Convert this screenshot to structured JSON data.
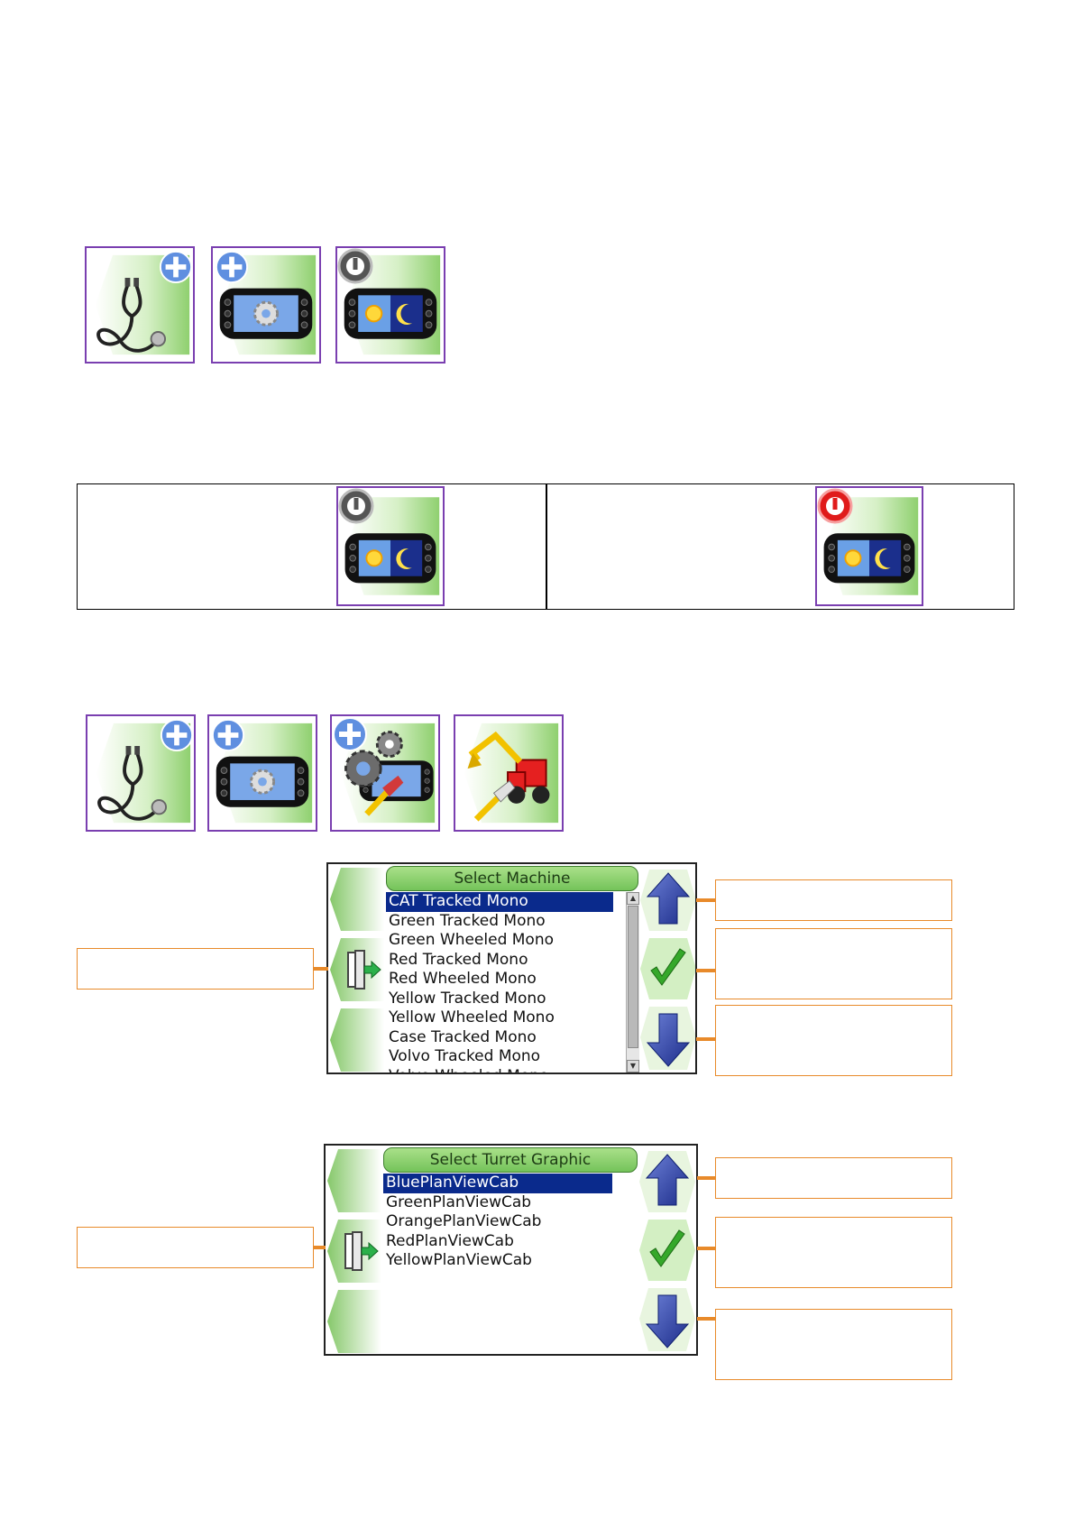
{
  "icons_row_1": [
    {
      "icon": "stethoscope-icon",
      "badge": "plus"
    },
    {
      "icon": "display-settings-icon",
      "badge": "plus"
    },
    {
      "icon": "day-night-icon",
      "badge": "power-grey"
    }
  ],
  "comparison_table": {
    "left": {
      "icon": "day-night-icon",
      "badge": "power-grey"
    },
    "right": {
      "icon": "day-night-icon",
      "badge": "power-red"
    }
  },
  "icons_row_2": [
    {
      "icon": "stethoscope-icon",
      "badge": "plus"
    },
    {
      "icon": "display-settings-icon",
      "badge": "plus"
    },
    {
      "icon": "paint-settings-icon",
      "badge": "plus"
    },
    {
      "icon": "machine-paint-icon",
      "badge": "none"
    }
  ],
  "select_machine": {
    "title": "Select Machine",
    "items": [
      "CAT Tracked Mono",
      "Green Tracked Mono",
      "Green Wheeled Mono",
      "Red Tracked Mono",
      "Red Wheeled Mono",
      "Yellow Tracked Mono",
      "Yellow Wheeled Mono",
      "Case Tracked Mono",
      "Volvo Tracked Mono",
      "Volvo Wheeled Mono"
    ],
    "selected_index": 0
  },
  "select_turret": {
    "title": "Select Turret Graphic",
    "items": [
      "BluePlanViewCab",
      "GreenPlanViewCab",
      "OrangePlanViewCab",
      "RedPlanViewCab",
      "YellowPlanViewCab"
    ],
    "selected_index": 0
  },
  "colors": {
    "tile_border": "#7a3fb0",
    "callout_border": "#e88a2a",
    "selection": "#0a2a8c",
    "header_green": "#74c35a"
  }
}
